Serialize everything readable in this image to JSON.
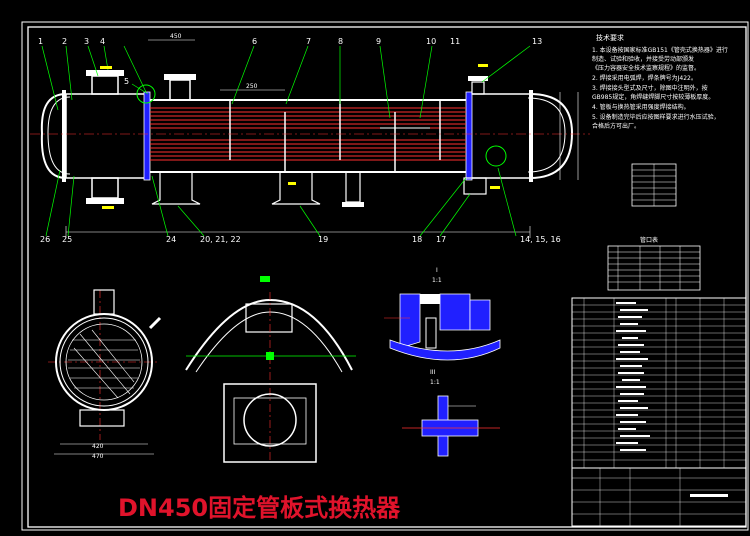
{
  "drawing": {
    "caption": "DN450固定管板式换热器",
    "part_numbers_top": [
      "1",
      "2",
      "3",
      "4",
      "5",
      "6",
      "7",
      "8",
      "9",
      "10",
      "11",
      "13"
    ],
    "part_numbers_bottom": [
      "26",
      "25",
      "24",
      "20, 21, 22",
      "19",
      "18",
      "17",
      "14, 15, 16"
    ],
    "dim_top": "450",
    "dim_mid": "250",
    "dim_bottom_left": "420",
    "dim_bottom_left2": "470",
    "section_label_1": "I",
    "section_scale_1": "1:1",
    "section_label_2": "III",
    "section_scale_2": "1:1",
    "table_title": "管口表",
    "notes_title": "技术要求",
    "notes": [
      "1. 本设备按国家标准GB151《管壳式换热器》进行",
      "   制造、试验和验收，并接受劳动部颁发",
      "   《压力容器安全技术监察规程》的监督。",
      "2. 焊接采用电弧焊，焊条牌号为J422。",
      "3. 焊接接头型式及尺寸，除图中注明外，按",
      "   GB985规定，角焊缝焊脚尺寸按较薄板厚度。",
      "4. 管板与换热管采用强度焊接结构。",
      "5. 设备制造完毕后应按图样要求进行水压试验，",
      "   合格后方可出厂。"
    ]
  },
  "colors": {
    "background": "#000000",
    "line": "#ffffff",
    "part_line": "#00ff00",
    "red": "#ff3030",
    "blue": "#2020ff",
    "magenta": "#ff00ff",
    "yellow": "#ffff00",
    "caption": "#e0132b"
  }
}
